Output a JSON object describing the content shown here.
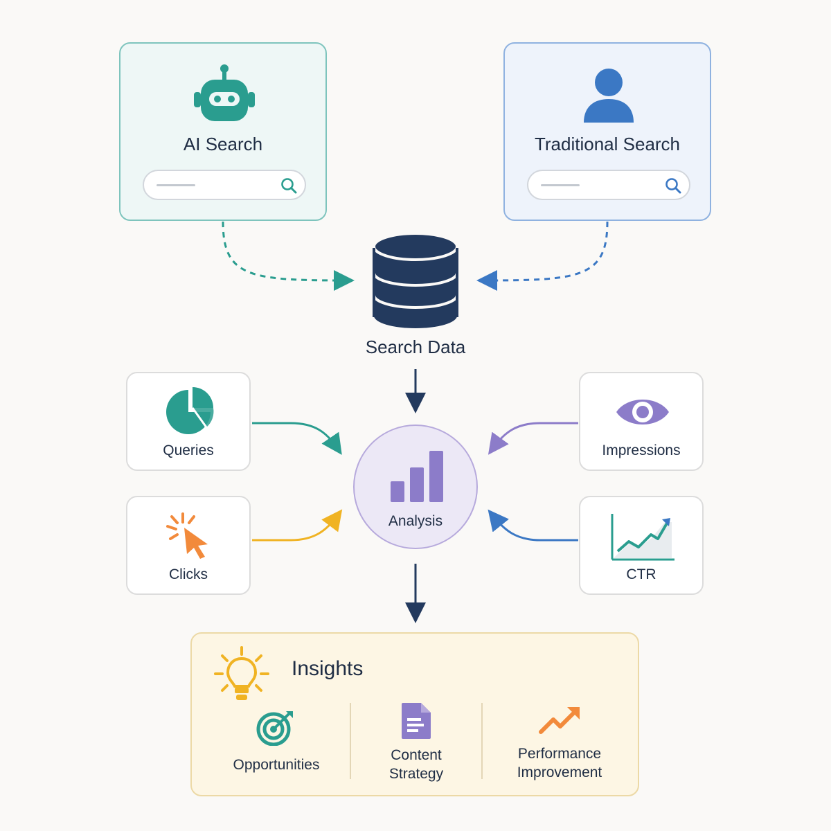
{
  "sources": {
    "ai": {
      "title": "AI Search",
      "icon": "robot-icon"
    },
    "traditional": {
      "title": "Traditional Search",
      "icon": "person-icon"
    }
  },
  "database": {
    "label": "Search Data",
    "icon": "database-icon"
  },
  "metrics": {
    "queries": {
      "label": "Queries",
      "icon": "pie-chart-icon"
    },
    "impressions": {
      "label": "Impressions",
      "icon": "eye-icon"
    },
    "clicks": {
      "label": "Clicks",
      "icon": "cursor-click-icon"
    },
    "ctr": {
      "label": "CTR",
      "icon": "line-chart-icon"
    }
  },
  "analysis": {
    "label": "Analysis",
    "icon": "bar-chart-icon"
  },
  "insights": {
    "title": "Insights",
    "icon": "lightbulb-icon",
    "items": [
      {
        "label": "Opportunities",
        "icon": "target-icon"
      },
      {
        "label_line1": "Content",
        "label_line2": "Strategy",
        "icon": "document-icon"
      },
      {
        "label_line1": "Performance",
        "label_line2": "Improvement",
        "icon": "trend-up-icon"
      }
    ]
  },
  "colors": {
    "teal": "#2a9d8f",
    "blue": "#3b78c4",
    "navy": "#233a5e",
    "purple": "#8c7cc9",
    "orange": "#f28a3b",
    "gold": "#f0b323"
  }
}
